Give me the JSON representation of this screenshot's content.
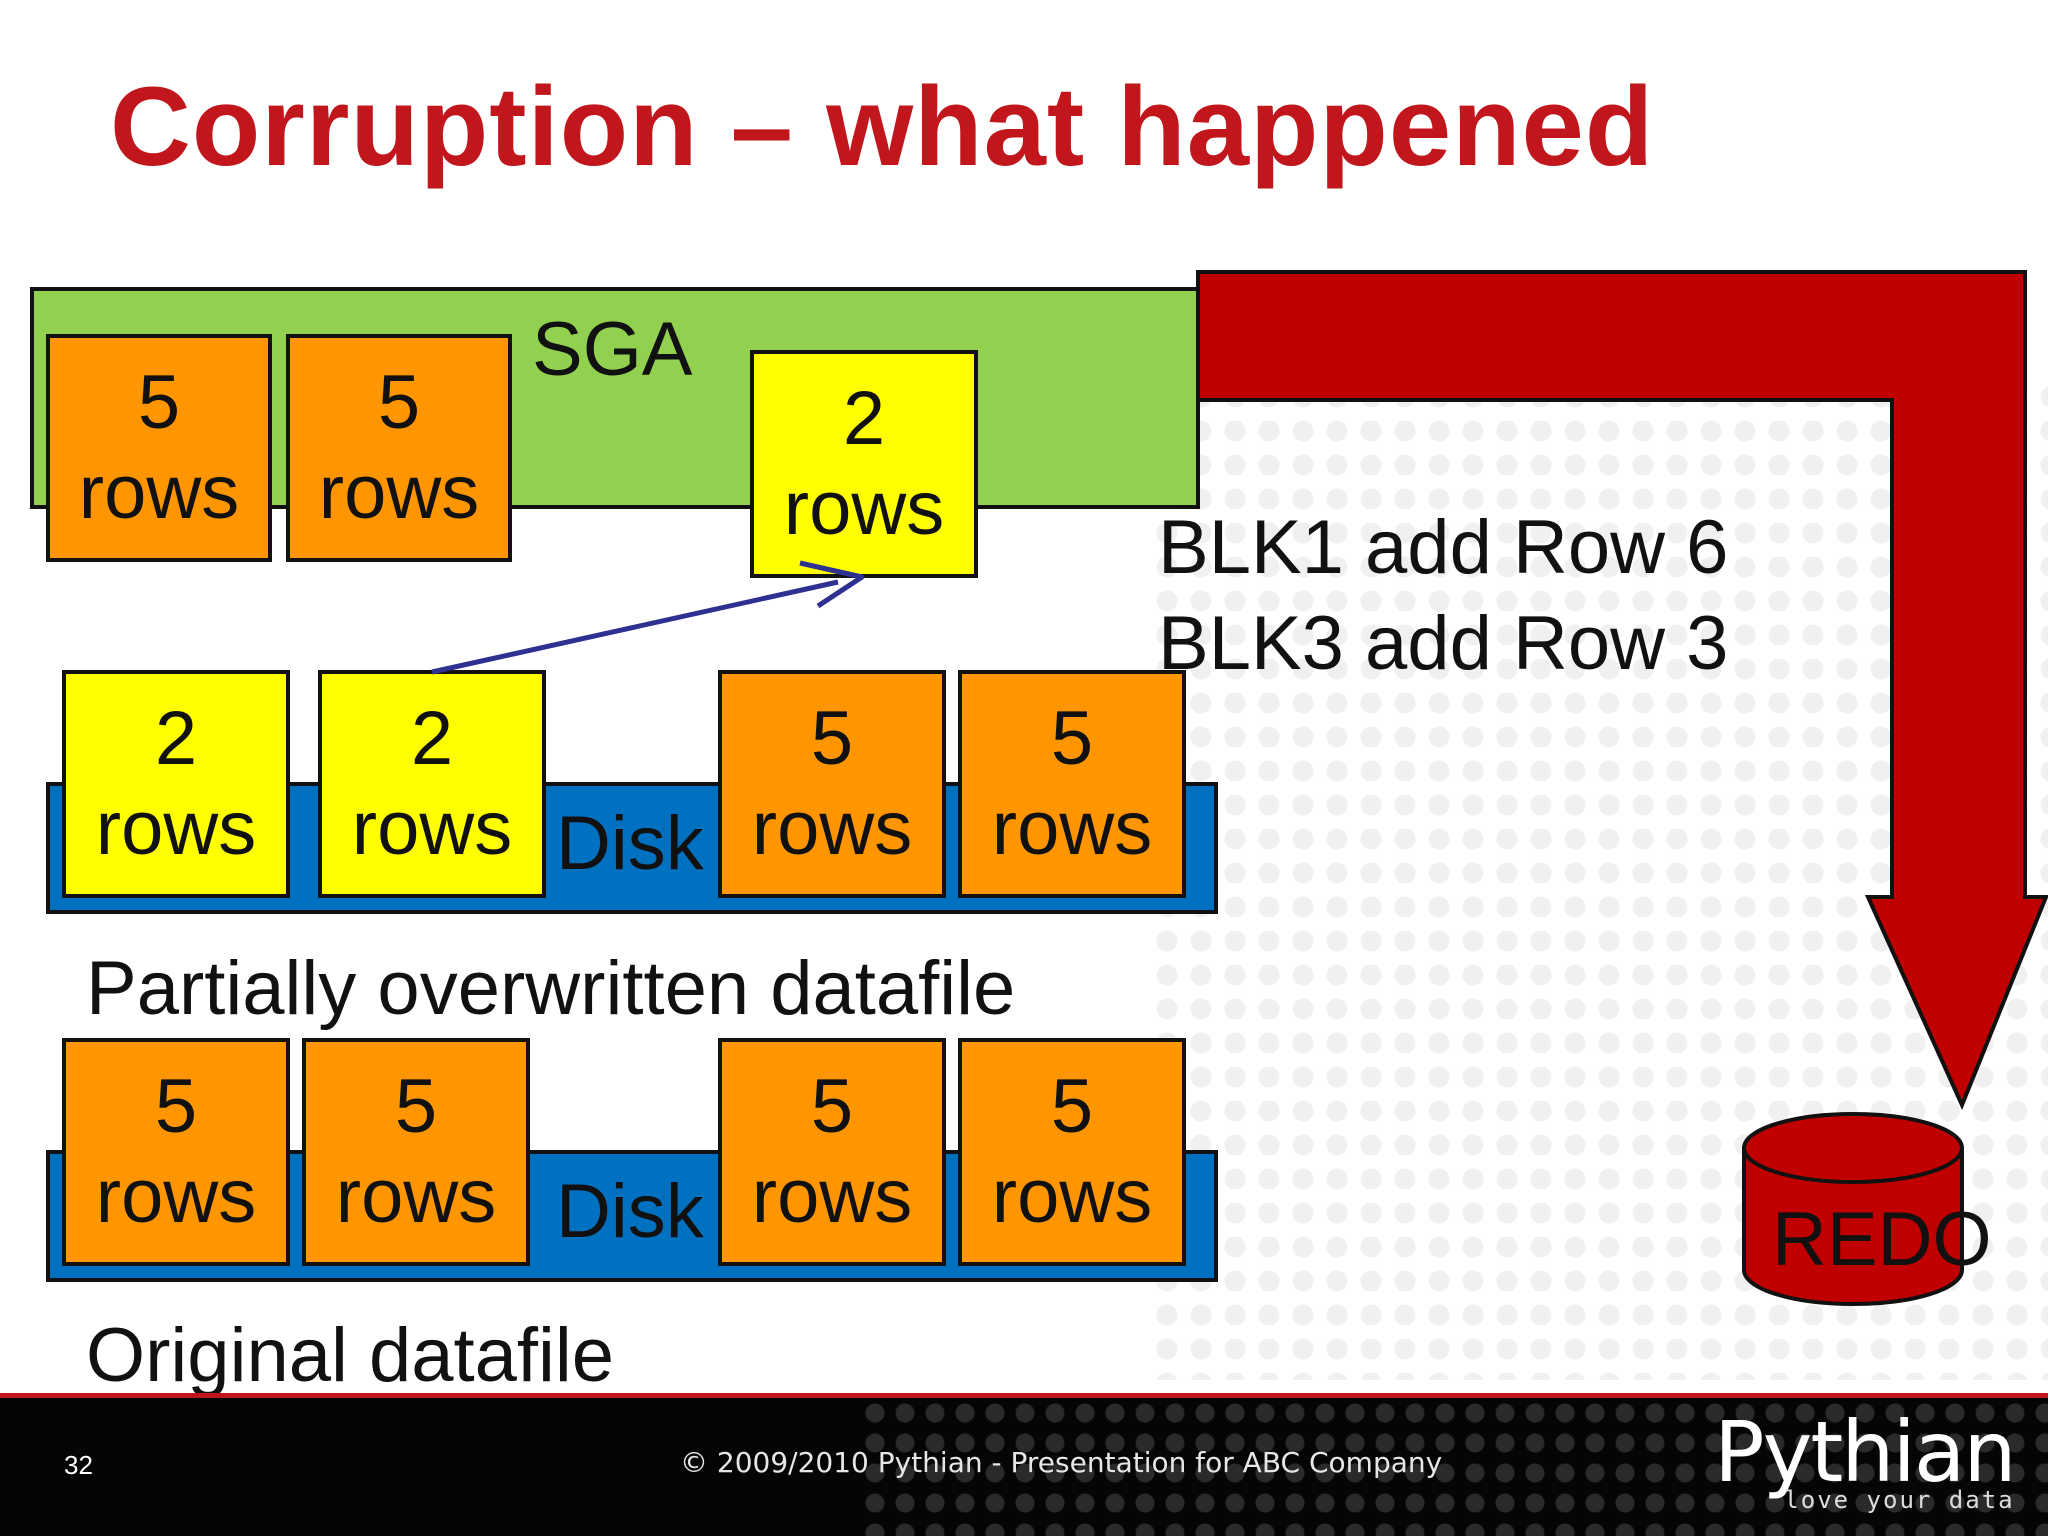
{
  "slide": {
    "title": "Corruption – what happened",
    "sga_label": "SGA",
    "sga_blocks": [
      {
        "num": "5",
        "unit": "rows"
      },
      {
        "num": "5",
        "unit": "rows"
      },
      {
        "num": "2",
        "unit": "rows"
      }
    ],
    "redo_entries": [
      "BLK1 add Row 6",
      "BLK3 add Row 3"
    ],
    "partial_disk": {
      "label": "Disk",
      "blocks": [
        {
          "num": "2",
          "unit": "rows"
        },
        {
          "num": "2",
          "unit": "rows"
        },
        {
          "num": "5",
          "unit": "rows"
        },
        {
          "num": "5",
          "unit": "rows"
        }
      ],
      "caption": "Partially overwritten datafile"
    },
    "original_disk": {
      "label": "Disk",
      "blocks": [
        {
          "num": "5",
          "unit": "rows"
        },
        {
          "num": "5",
          "unit": "rows"
        },
        {
          "num": "5",
          "unit": "rows"
        },
        {
          "num": "5",
          "unit": "rows"
        }
      ],
      "caption": "Original datafile"
    },
    "redo_label": "REDO"
  },
  "footer": {
    "page_number": "32",
    "copyright": "© 2009/2010 Pythian - Presentation for ABC Company",
    "logo_name": "Pythian",
    "logo_tagline": "love your data"
  },
  "colors": {
    "title": "#c0161c",
    "sga": "#92d050",
    "disk": "#0070c0",
    "block_full": "#ff9600",
    "block_partial": "#ffff00",
    "redo": "#c00000",
    "arrow": "#2e3192"
  }
}
